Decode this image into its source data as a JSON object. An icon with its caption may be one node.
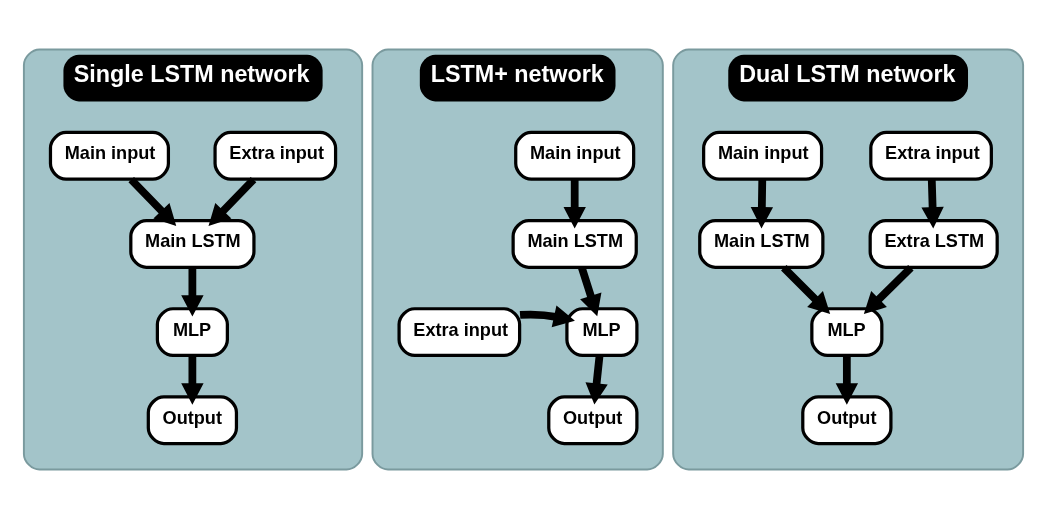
{
  "diagram": {
    "nodes": [
      {
        "text": [
          "Single LSTM network"
        ]
      },
      {
        "text": [
          "Main input"
        ],
        "in": 0
      },
      {
        "text": [
          "Extra input"
        ],
        "in": 0
      },
      {
        "text": [
          "Main LSTM"
        ],
        "in": 0
      },
      {
        "text": [
          "MLP"
        ],
        "in": 0
      },
      {
        "text": [
          "Output"
        ],
        "in": 0
      },
      {
        "text": [
          "LSTM+ network"
        ]
      },
      {
        "text": [
          "Main input"
        ],
        "in": 6
      },
      {
        "text": [
          "Main LSTM"
        ],
        "in": 6
      },
      {
        "text": [
          "MLP"
        ],
        "in": 6
      },
      {
        "text": [
          "Extra input"
        ],
        "in": 6
      },
      {
        "text": [
          "Output"
        ],
        "in": 6
      },
      {
        "text": [
          "Dual LSTM network"
        ]
      },
      {
        "text": [
          "Main input"
        ],
        "in": 12
      },
      {
        "text": [
          "Extra input"
        ],
        "in": 12
      },
      {
        "text": [
          "Main LSTM"
        ],
        "in": 12
      },
      {
        "text": [
          "Extra LSTM"
        ],
        "in": 12
      },
      {
        "text": [
          "MLP"
        ],
        "in": 12
      },
      {
        "text": [
          "Output"
        ],
        "in": 12
      }
    ],
    "edges": [
      {
        "from": 1,
        "to": 3,
        "arrow": "to"
      },
      {
        "from": 2,
        "to": 3,
        "arrow": "to"
      },
      {
        "from": 3,
        "to": 4,
        "arrow": "to"
      },
      {
        "from": 4,
        "to": 5,
        "arrow": "to"
      },
      {
        "from": 7,
        "to": 8,
        "arrow": "to"
      },
      {
        "from": 8,
        "to": 9,
        "arrow": "to"
      },
      {
        "from": 10,
        "to": 9,
        "arrow": "to"
      },
      {
        "from": 9,
        "to": 11,
        "arrow": "to"
      },
      {
        "from": 13,
        "to": 15,
        "arrow": "to"
      },
      {
        "from": 14,
        "to": 16,
        "arrow": "to"
      },
      {
        "from": 15,
        "to": 17,
        "arrow": "to"
      },
      {
        "from": 16,
        "to": 17,
        "arrow": "to"
      },
      {
        "from": 17,
        "to": 18,
        "arrow": "to"
      }
    ]
  }
}
